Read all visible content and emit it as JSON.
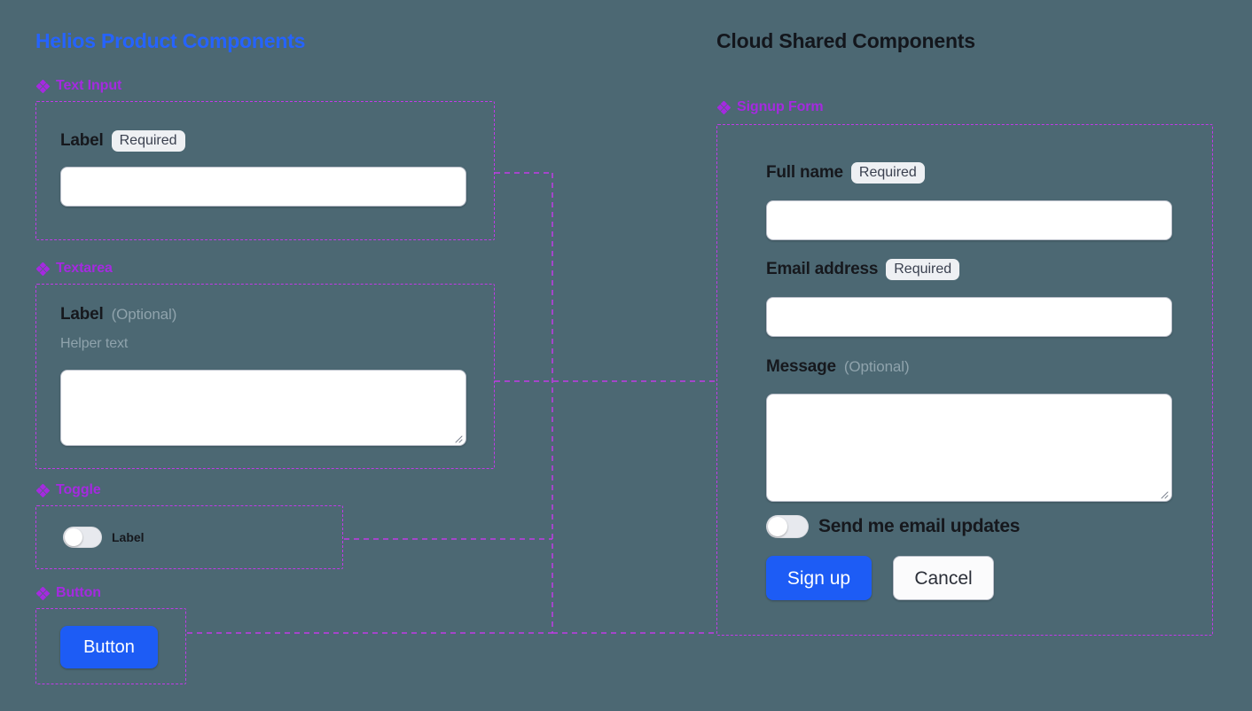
{
  "canvas": {
    "background_color": "#4c6873",
    "accent_purple": "#c13ae8",
    "accent_blue": "#2563ff",
    "primary_button_color": "#1d5cf5"
  },
  "left_panel": {
    "title": "Helios Product Components",
    "sections": [
      {
        "icon": "diamond-components-icon",
        "name": "Text Input",
        "field": {
          "label": "Label",
          "badge": "Required",
          "value": "",
          "placeholder": ""
        }
      },
      {
        "icon": "diamond-components-icon",
        "name": "Textarea",
        "field": {
          "label": "Label",
          "optional_note": "(Optional)",
          "helper_text": "Helper text",
          "value": "",
          "placeholder": ""
        }
      },
      {
        "icon": "diamond-components-icon",
        "name": "Toggle",
        "field": {
          "label": "Label",
          "state": "off"
        }
      },
      {
        "icon": "diamond-components-icon",
        "name": "Button",
        "field": {
          "label": "Button"
        }
      }
    ]
  },
  "right_panel": {
    "title": "Cloud Shared Components",
    "sections": [
      {
        "icon": "diamond-components-icon",
        "name": "Signup Form",
        "fields": {
          "full_name": {
            "label": "Full name",
            "badge": "Required",
            "value": "",
            "placeholder": ""
          },
          "email_address": {
            "label": "Email address",
            "badge": "Required",
            "value": "",
            "placeholder": ""
          },
          "message": {
            "label": "Message",
            "optional_note": "(Optional)",
            "value": "",
            "placeholder": ""
          },
          "email_updates_toggle": {
            "label": "Send me email updates",
            "state": "off"
          }
        },
        "actions": {
          "primary": "Sign up",
          "secondary": "Cancel"
        }
      }
    ]
  }
}
